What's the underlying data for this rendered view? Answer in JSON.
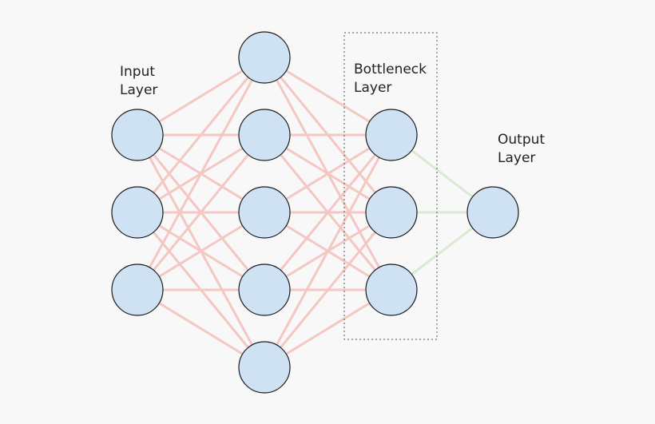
{
  "layers": [
    {
      "id": "input",
      "label_lines": [
        "Input",
        "Layer"
      ],
      "nodes": 3
    },
    {
      "id": "hidden",
      "label_lines": [],
      "nodes": 5
    },
    {
      "id": "bottleneck",
      "label_lines": [
        "Bottleneck",
        "Layer"
      ],
      "nodes": 3
    },
    {
      "id": "output",
      "label_lines": [
        "Output",
        "Layer"
      ],
      "nodes": 1
    }
  ],
  "colors": {
    "background": "#f8f8f8",
    "node_fill": "#cfe2f3",
    "node_stroke": "#1a1a1a",
    "encoder_edge": "#f4c7c3",
    "output_edge": "#d9ead3",
    "bottleneck_box": "#555555",
    "text": "#222222"
  }
}
